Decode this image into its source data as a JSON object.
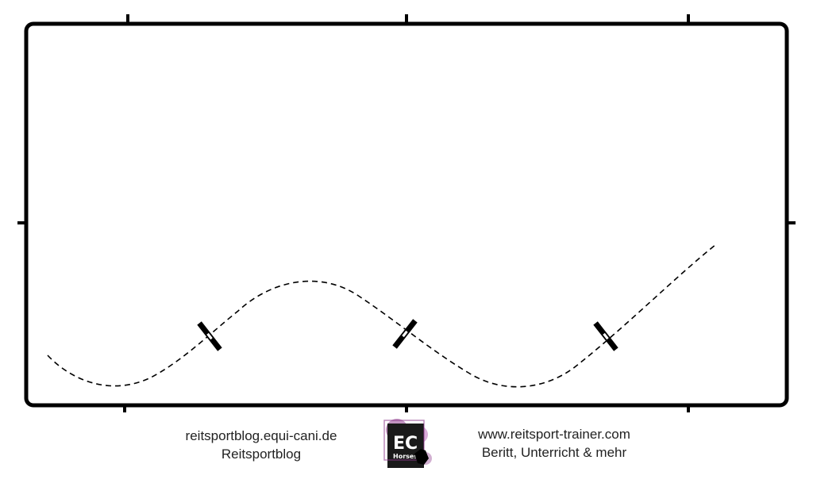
{
  "arena": {
    "border_color": "#000000",
    "path_style": "dashed",
    "pole_count": 3
  },
  "footer": {
    "left_line1": "reitsportblog.equi-cani.de",
    "left_line2": "Reitsportblog",
    "right_line1": "www.reitsport-trainer.com",
    "right_line2": "Beritt, Unterricht & mehr"
  },
  "logo": {
    "text_main": "EC",
    "text_sub": "Horses",
    "accent_color": "#8e3a8c"
  }
}
